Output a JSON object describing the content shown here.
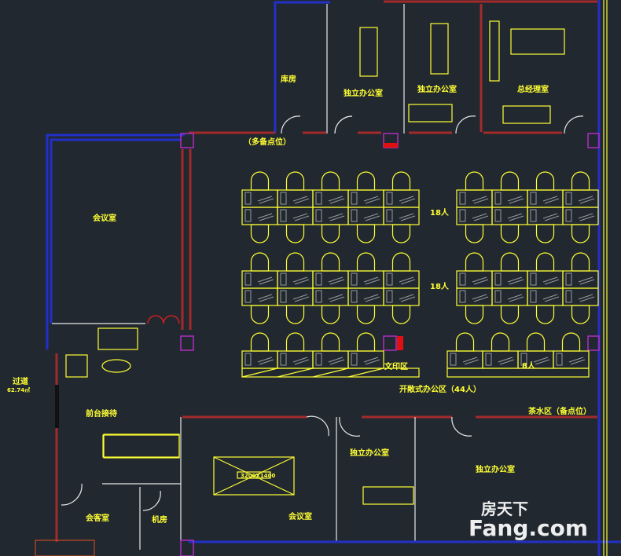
{
  "rooms": {
    "storage": "库房",
    "office_1": "独立办公室",
    "office_2": "独立办公室",
    "gm_office": "总经理室",
    "reserve_points": "（多备点位）",
    "meeting_room_1": "会议室",
    "open_office": "开敞式办公区（44人）",
    "row_1_count": "18人",
    "row_2_count": "18人",
    "row_3_count": "8人",
    "print_area": "文印区",
    "pantry": "茶水区（备点位）",
    "corridor": "过道",
    "corridor_area": "62.74㎡",
    "reception": "前台接待",
    "guest_room": "会客室",
    "server_room": "机房",
    "meeting_room_2": "会议室",
    "table_size": "3200X1400",
    "office_3": "独立办公室",
    "office_4": "独立办公室"
  },
  "watermark": {
    "cn": "房天下",
    "en": "Fang.com"
  },
  "colors": {
    "background": "#212830",
    "furniture": "#ffff33",
    "wall_red": "#a42a2a",
    "wall_blue": "#2230c8"
  }
}
